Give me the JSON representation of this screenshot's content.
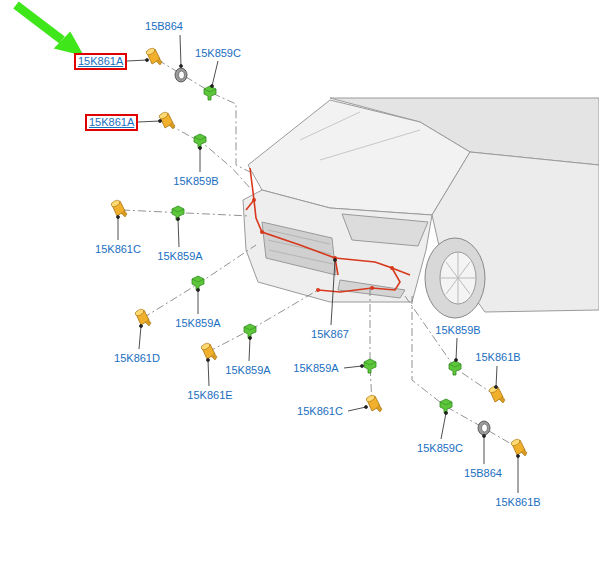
{
  "diagram": {
    "nodes": [
      {
        "text": [
          "15K861A"
        ]
      },
      {
        "text": [
          "15K861A"
        ]
      }
    ],
    "labels": [
      "15B864",
      "15K859C",
      "15K859B",
      "15K861C",
      "15K859A",
      "15K859A",
      "15K861D",
      "15K859A",
      "15K861E",
      "15K867",
      "15K859A",
      "15K861C",
      "15K859B",
      "15K861B",
      "15K859C",
      "15B864",
      "15K861B"
    ]
  }
}
